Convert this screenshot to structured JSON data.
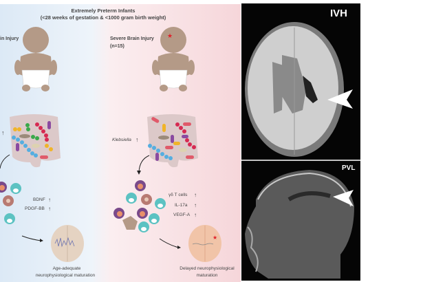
{
  "figure": {
    "title_line1": "Extremely Preterm Infants",
    "title_line2": "(<28 weeks of gestation & <1000 gram birth weight)",
    "left_group": {
      "label": "in Injury",
      "markers": [
        "BDNF",
        "PDGF-BB"
      ],
      "caption_line1": "Age-adequate",
      "caption_line2": "neurophysiological maturation"
    },
    "right_group": {
      "label": "Severe Brain Injury",
      "n": "(n=15)",
      "bacteria": "Klebsiella",
      "markers": [
        "γδ T cells",
        "IL-17a",
        "VEGF-A"
      ],
      "caption_line1": "Delayed neurophysiological",
      "caption_line2": "maturation"
    },
    "up_arrow": "↑"
  },
  "mri": {
    "top_label": "IVH",
    "bottom_label": "PVL"
  },
  "colors": {
    "left_bg": "#dce9f6",
    "right_bg": "#f7dadd",
    "skin": "#b49a87",
    "star": "#e0202a"
  }
}
